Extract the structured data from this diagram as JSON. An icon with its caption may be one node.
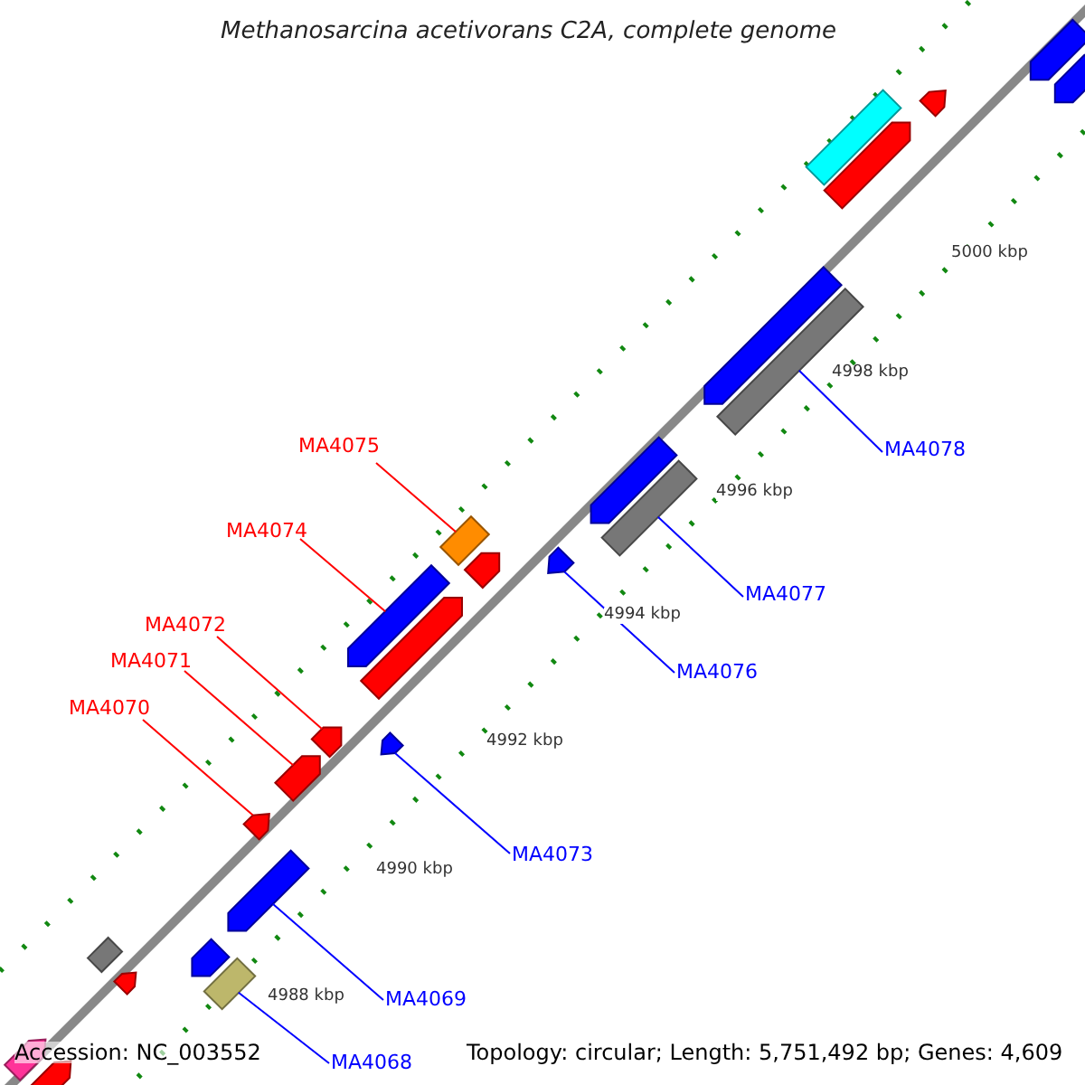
{
  "diagram": {
    "title": "Methanosarcina acetivorans C2A, complete genome",
    "nodes": [
      {
        "text": [
          "MA4075"
        ]
      },
      {
        "text": [
          "MA4078"
        ]
      },
      {
        "text": [
          "MA4074"
        ]
      },
      {
        "text": [
          "MA4077"
        ]
      },
      {
        "text": [
          "MA4072"
        ]
      },
      {
        "text": [
          "MA4071"
        ]
      },
      {
        "text": [
          "MA4076"
        ]
      },
      {
        "text": [
          "MA4070"
        ]
      },
      {
        "text": [
          "MA4073"
        ]
      },
      {
        "text": [
          "MA4069"
        ]
      },
      {
        "text": [
          "MA4068"
        ]
      },
      {
        "text": [],
        "shape": "pentagon"
      },
      {
        "text": [],
        "shape": "pentagon"
      },
      {
        "text": [],
        "shape": "pentagon"
      },
      {
        "text": [],
        "shape": "bar"
      },
      {
        "text": [],
        "shape": "pentagon"
      },
      {
        "text": [],
        "shape": "pentagon"
      },
      {
        "text": [],
        "shape": "bar"
      },
      {
        "text": [],
        "shape": "pentagon"
      },
      {
        "text": [],
        "shape": "bar"
      },
      {
        "text": [],
        "shape": "bar"
      },
      {
        "text": [],
        "shape": "pentagon"
      },
      {
        "text": [],
        "shape": "pentagon"
      },
      {
        "text": [],
        "shape": "pentagon"
      },
      {
        "text": [],
        "shape": "pentagon"
      },
      {
        "text": [],
        "shape": "pentagon"
      },
      {
        "text": [],
        "shape": "pentagon"
      },
      {
        "text": [],
        "shape": "pentagon"
      },
      {
        "text": [],
        "shape": "pentagon"
      },
      {
        "text": [],
        "shape": "pentagon"
      },
      {
        "text": [],
        "shape": "bar"
      },
      {
        "text": [],
        "shape": "pentagon"
      },
      {
        "text": [],
        "shape": "pentagon"
      },
      {
        "text": [],
        "shape": "bar"
      },
      {
        "text": [],
        "shape": "pentagon"
      },
      {
        "text": [],
        "shape": "pentagon"
      }
    ],
    "edges": [
      {
        "from": 0,
        "to": 20,
        "arrow": "none",
        "color": "#ff0000"
      },
      {
        "from": 1,
        "to": 17,
        "arrow": "none"
      },
      {
        "from": 2,
        "to": 23,
        "arrow": "none",
        "color": "#ff0000"
      },
      {
        "from": 3,
        "to": 19,
        "arrow": "none"
      },
      {
        "from": 4,
        "to": 25,
        "arrow": "none",
        "color": "#ff0000"
      },
      {
        "from": 5,
        "to": 27,
        "arrow": "none",
        "color": "#ff0000"
      },
      {
        "from": 6,
        "to": 21,
        "arrow": "none"
      },
      {
        "from": 7,
        "to": 28,
        "arrow": "none",
        "color": "#ff0000"
      },
      {
        "from": 8,
        "to": 26,
        "arrow": "none"
      },
      {
        "from": 9,
        "to": 29,
        "arrow": "none"
      },
      {
        "from": 10,
        "to": 33,
        "arrow": "none"
      }
    ],
    "labels": [
      "5000 kbp",
      "4998 kbp",
      "4996 kbp",
      "4994 kbp",
      "4992 kbp",
      "4990 kbp",
      "4988 kbp",
      "Accession: NC_003552",
      "Topology: circular; Length: 5,751,492 bp; Genes: 4,609"
    ]
  }
}
